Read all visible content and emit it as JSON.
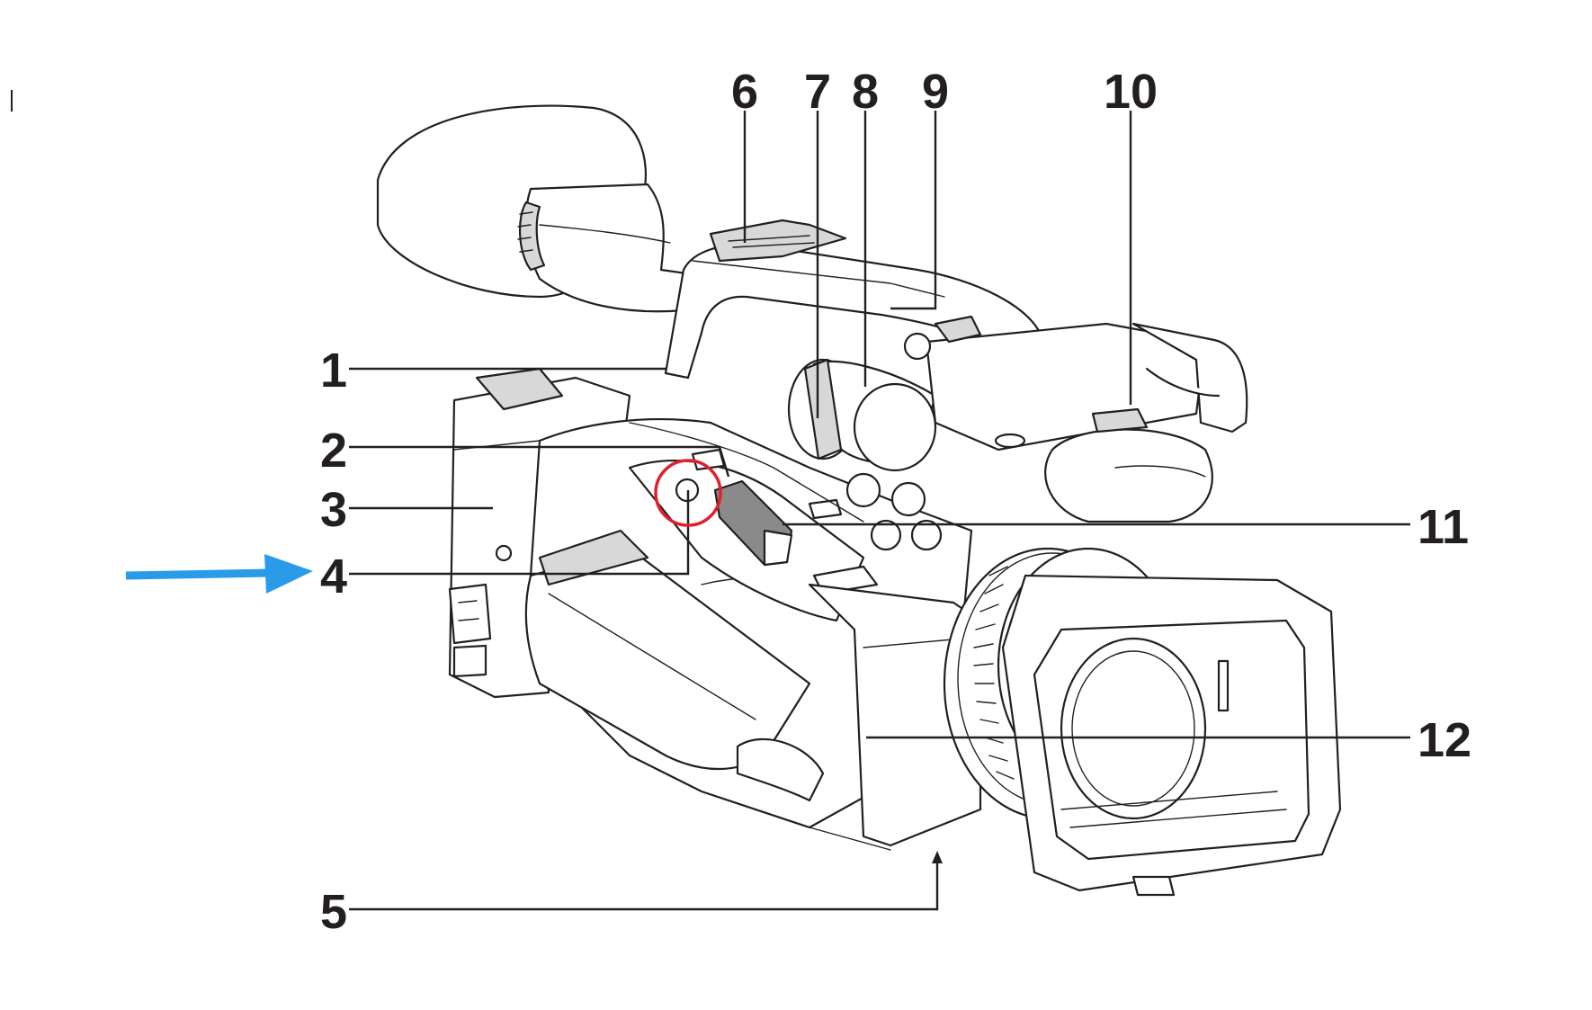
{
  "diagram": {
    "callouts": [
      {
        "id": "1",
        "label": "1"
      },
      {
        "id": "2",
        "label": "2"
      },
      {
        "id": "3",
        "label": "3"
      },
      {
        "id": "4",
        "label": "4"
      },
      {
        "id": "5",
        "label": "5"
      },
      {
        "id": "6",
        "label": "6"
      },
      {
        "id": "7",
        "label": "7"
      },
      {
        "id": "8",
        "label": "8"
      },
      {
        "id": "9",
        "label": "9"
      },
      {
        "id": "10",
        "label": "10"
      },
      {
        "id": "11",
        "label": "11"
      },
      {
        "id": "12",
        "label": "12"
      }
    ],
    "highlight": {
      "target_callout": "4",
      "circle_color": "#e0202e",
      "arrow_color": "#2a9be8"
    },
    "line_color": "#231f20"
  }
}
